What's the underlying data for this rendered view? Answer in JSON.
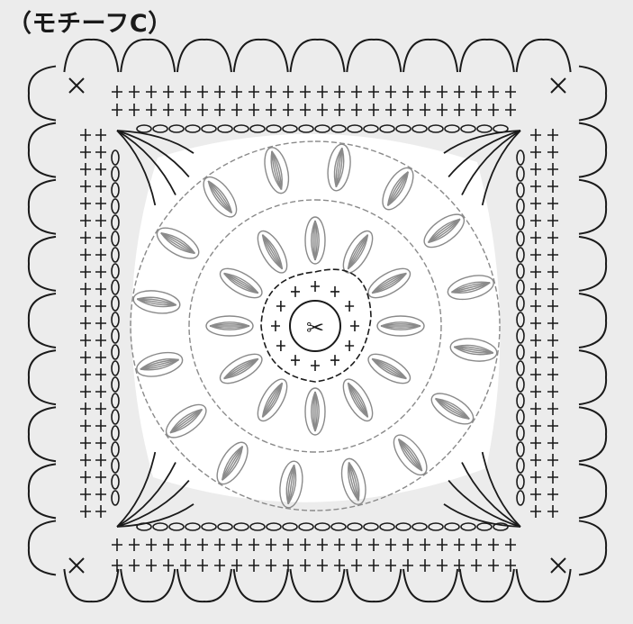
{
  "title": "（モチーフC）",
  "center_symbol": "✂",
  "colors": {
    "background": "#ececec",
    "paper": "#ffffff",
    "outer_rounds": "#1a1a1a",
    "inner_rounds": "#8a8a8a"
  },
  "motif": {
    "shape": "square",
    "border_loops_per_side": 9,
    "inner_petals_round1": 12,
    "inner_petals_round2": 16
  }
}
